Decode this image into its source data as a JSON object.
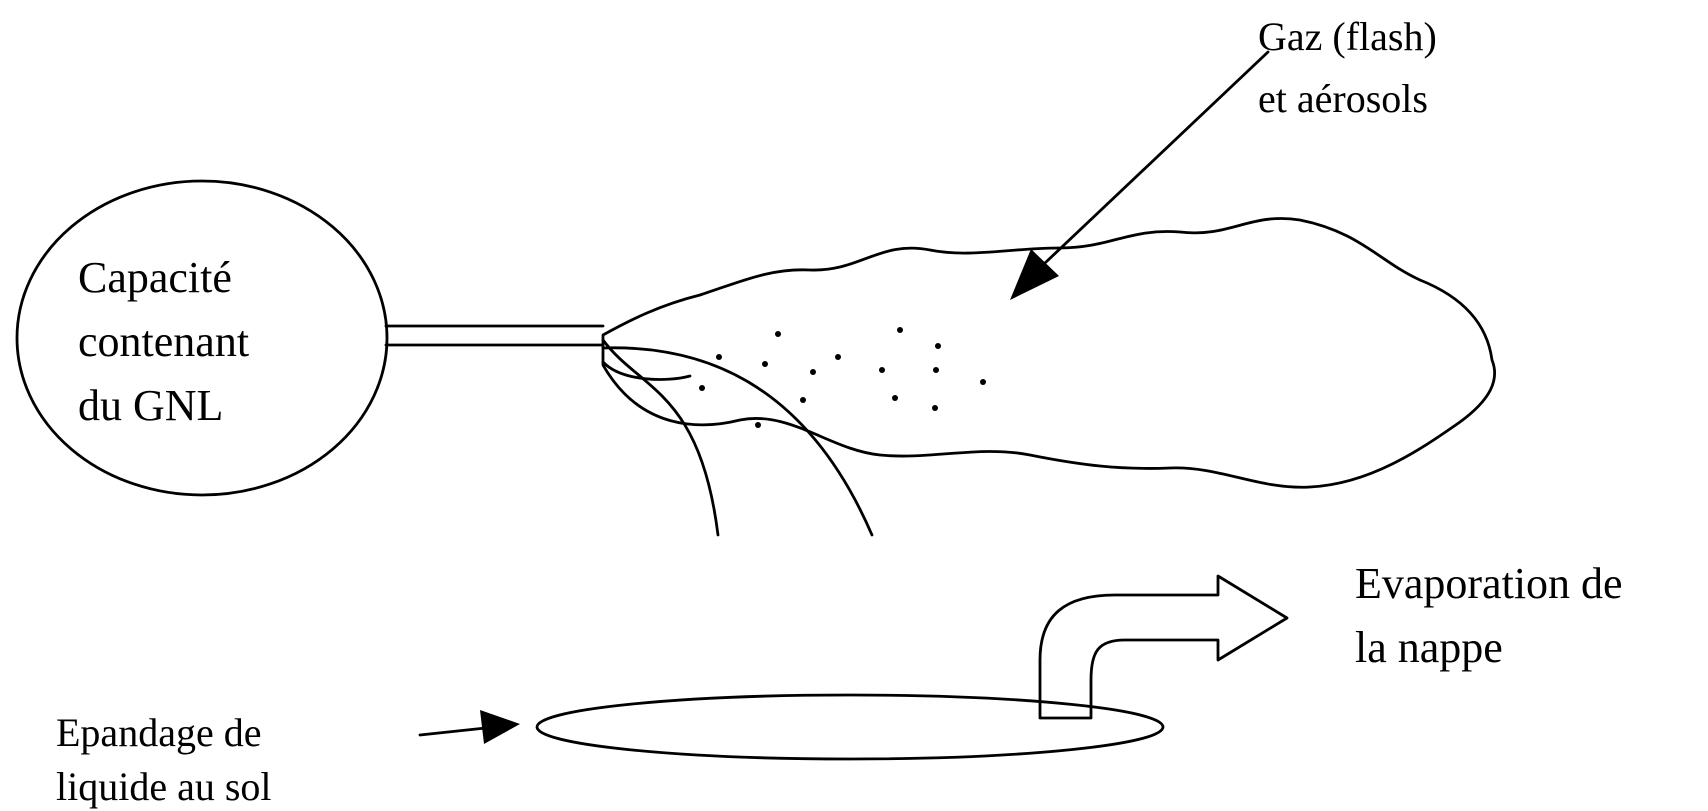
{
  "diagram": {
    "vessel_label": [
      "Capacité",
      "contenant",
      "du GNL"
    ],
    "cloud_label": [
      "Gaz (flash)",
      "et aérosols"
    ],
    "evaporation_label": [
      "Evaporation de",
      "la nappe"
    ],
    "spill_label": [
      "Epandage de",
      "liquide au sol"
    ]
  }
}
